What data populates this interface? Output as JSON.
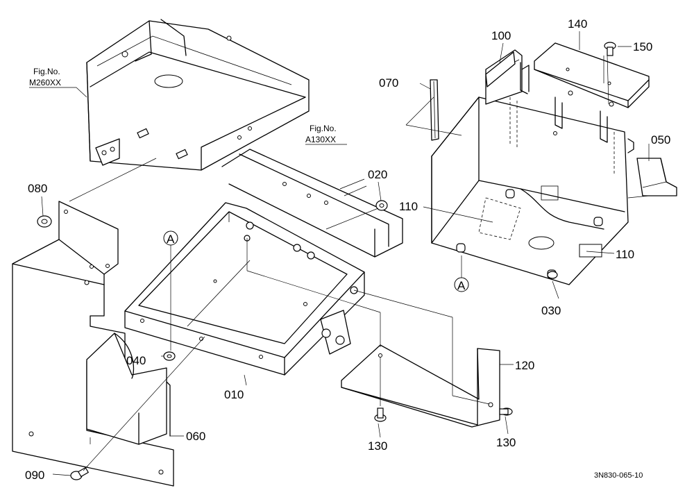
{
  "figure_refs": {
    "ref1": {
      "line1": "Fig.No.",
      "line2": "M260XX"
    },
    "ref2": {
      "line1": "Fig.No.",
      "line2": "A130XX"
    }
  },
  "callout": "A",
  "parts": [
    "010",
    "020",
    "030",
    "040",
    "050",
    "060",
    "070",
    "080",
    "090",
    "100",
    "110",
    "110",
    "120",
    "130",
    "130",
    "140",
    "150"
  ],
  "drawing_code": "3N830-065-10",
  "colors": {
    "line": "#000000",
    "background": "#ffffff"
  }
}
